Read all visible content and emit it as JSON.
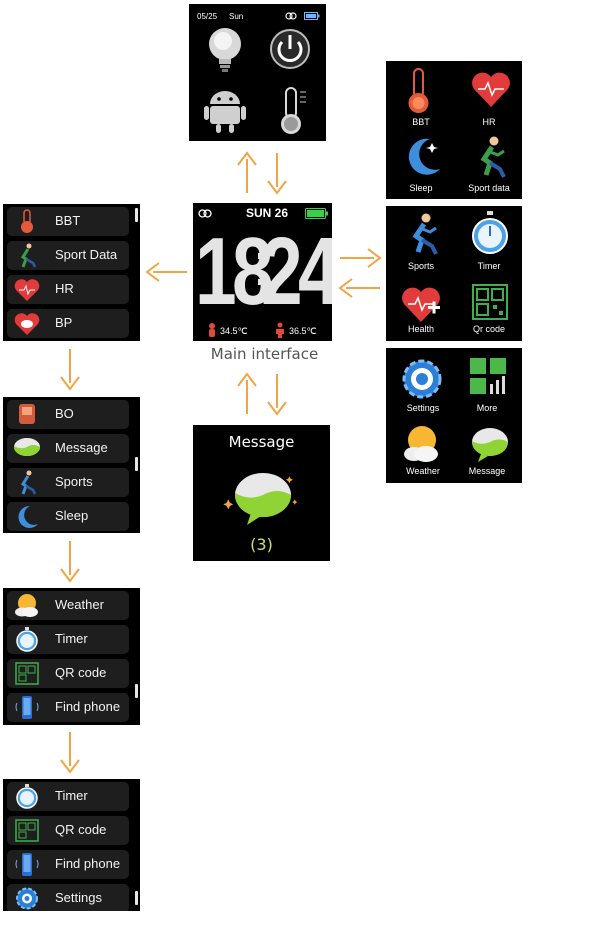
{
  "colors": {
    "arrow": "#f0a442",
    "screen_bg": "#000000",
    "row_bg": "#1e1e1e"
  },
  "top_screen": {
    "date": "05/25",
    "day": "Sun",
    "icons": [
      "bulb-icon",
      "power-icon",
      "android-icon",
      "thermometer-icon"
    ]
  },
  "main": {
    "day": "SUN 26",
    "time_h": "18",
    "time_m": "24",
    "temp_left": "34.5℃",
    "temp_right": "36.5℃",
    "caption": "Main interface"
  },
  "message_screen": {
    "title": "Message",
    "count": "(3)"
  },
  "right_screens": [
    [
      {
        "label": "BBT",
        "icon": "thermometer-icon"
      },
      {
        "label": "HR",
        "icon": "heart-icon"
      },
      {
        "label": "Sleep",
        "icon": "moon-icon"
      },
      {
        "label": "Sport data",
        "icon": "runner-icon"
      }
    ],
    [
      {
        "label": "Sports",
        "icon": "runner-icon"
      },
      {
        "label": "Timer",
        "icon": "stopwatch-icon"
      },
      {
        "label": "Health",
        "icon": "health-heart-icon"
      },
      {
        "label": "Qr code",
        "icon": "qr-icon"
      }
    ],
    [
      {
        "label": "Settings",
        "icon": "gear-icon"
      },
      {
        "label": "More",
        "icon": "grid-icon"
      },
      {
        "label": "Weather",
        "icon": "weather-icon"
      },
      {
        "label": "Message",
        "icon": "message-icon"
      }
    ]
  ],
  "left_lists": [
    [
      "BBT",
      "Sport Data",
      "HR",
      "BP"
    ],
    [
      "BO",
      "Message",
      "Sports",
      "Sleep"
    ],
    [
      "Weather",
      "Timer",
      "QR code",
      "Find phone"
    ],
    [
      "Timer",
      "QR code",
      "Find phone",
      "Settings"
    ]
  ]
}
